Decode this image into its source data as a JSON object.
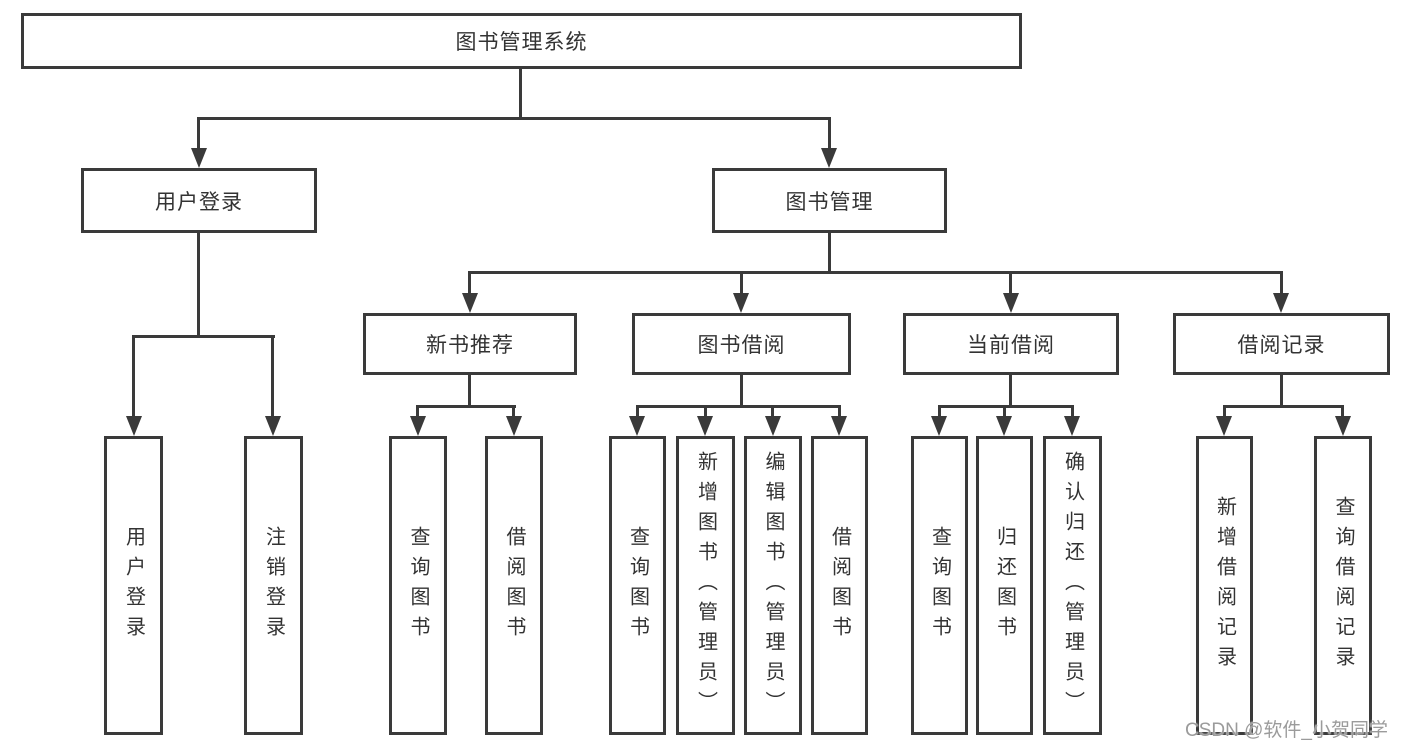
{
  "tree": {
    "root": {
      "label": "图书管理系统"
    },
    "level2": [
      {
        "label": "用户登录"
      },
      {
        "label": "图书管理"
      }
    ],
    "level3": [
      {
        "label": "新书推荐"
      },
      {
        "label": "图书借阅"
      },
      {
        "label": "当前借阅"
      },
      {
        "label": "借阅记录"
      }
    ],
    "leaves": {
      "user_login": [
        "用户登录",
        "注销登录"
      ],
      "new_books": [
        "查询图书",
        "借阅图书"
      ],
      "book_borrow": [
        "查询图书",
        "新增图书（管理员）",
        "编辑图书（管理员）",
        "借阅图书"
      ],
      "current_borrow": [
        "查询图书",
        "归还图书",
        "确认归还（管理员）"
      ],
      "borrow_records": [
        "新增借阅记录",
        "查询借阅记录"
      ]
    }
  },
  "watermark": "CSDN @软件_小贺同学",
  "colors": {
    "line": "#3a3a3a",
    "text": "#333333",
    "watermark": "#9b9b9b",
    "background": "#ffffff"
  }
}
